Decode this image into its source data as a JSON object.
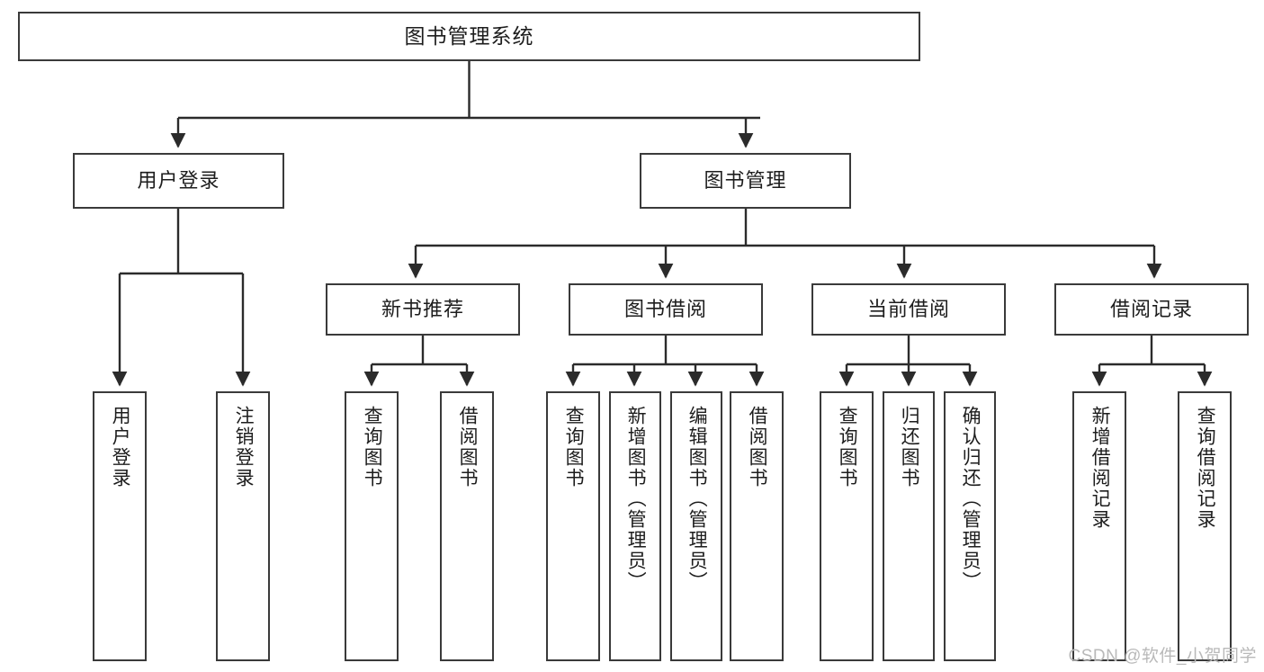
{
  "diagram": {
    "title": "图书管理系统",
    "colors": {
      "box_border": "#3a3a3a",
      "box_fill": "#ffffff",
      "line": "#2b2b2b",
      "text": "#1d1d1d",
      "watermark": "#b9b9b9",
      "background": "#ffffff"
    },
    "root": {
      "label": "图书管理系统"
    },
    "level2": [
      {
        "label": "用户登录"
      },
      {
        "label": "图书管理"
      }
    ],
    "level3": [
      {
        "label": "新书推荐"
      },
      {
        "label": "图书借阅"
      },
      {
        "label": "当前借阅"
      },
      {
        "label": "借阅记录"
      }
    ],
    "leaves": {
      "user_login": [
        {
          "label": "用户登录"
        },
        {
          "label": "注销登录"
        }
      ],
      "new_book_recommend": [
        {
          "label": "查询图书"
        },
        {
          "label": "借阅图书"
        }
      ],
      "book_borrow": [
        {
          "label": "查询图书"
        },
        {
          "label": "新增图书（管理员）"
        },
        {
          "label": "编辑图书（管理员）"
        },
        {
          "label": "借阅图书"
        }
      ],
      "current_borrow": [
        {
          "label": "查询图书"
        },
        {
          "label": "归还图书"
        },
        {
          "label": "确认归还（管理员）"
        }
      ],
      "borrow_records": [
        {
          "label": "新增借阅记录"
        },
        {
          "label": "查询借阅记录"
        }
      ]
    },
    "watermark": "CSDN @软件_小贺同学"
  }
}
